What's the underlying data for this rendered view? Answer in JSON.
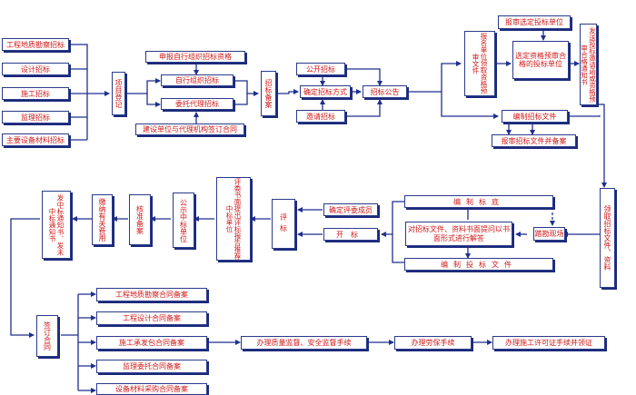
{
  "sources": [
    "工程地质勘察招标",
    "设计招标",
    "施工招标",
    "监理招标",
    "主要设备材料招标"
  ],
  "project_registration": "项目登记",
  "org_row": [
    "申报自行组织招标资格",
    "自行组织招标",
    "委托代理招标",
    "建设单位与代理机构签订合同"
  ],
  "tender_filing": "招标备案",
  "method_row": [
    "公开招标",
    "确定招标方式",
    "邀请招标"
  ],
  "announcement": "招标公告",
  "qualification_doc": "报名单位领取资格预审文件",
  "qualification_top": "报审选定投标单位",
  "qualification_mid": "选定资格预审合格的投标单位",
  "invitation": "发送投标邀请函或资格预审合格通知书",
  "tender_doc_compile": "编制招标文件",
  "tender_doc_filing": "报审招标文件并备案",
  "bid_receive": "领取招标文件、资料",
  "site_survey": "踏勘现场",
  "clarify": "对招标文件、资料书面提问以书面形式进行解答",
  "base_price": "编制标底",
  "bid_compile": "编制投标文件",
  "opening": "开标",
  "experts": "确定评委成员",
  "evaluation": "评标",
  "eval_report": "评委书面提出评标报告推荐中标单位",
  "publicity": "公示中标单位",
  "approval": "核准备案",
  "fees": "缴纳有关费用",
  "notice": "发中标通知书、发未中标通知书",
  "contract": "签订合同",
  "contract_filings": [
    "工程地质勘察合同备案",
    "工程设计合同备案",
    "施工承发包合同备案",
    "监理委托合同备案",
    "设备材料采购合同备案"
  ],
  "construction_chain": [
    "办理质量监督、安全监督手续",
    "办理劳保手续",
    "办理施工许可证手续并领证"
  ]
}
